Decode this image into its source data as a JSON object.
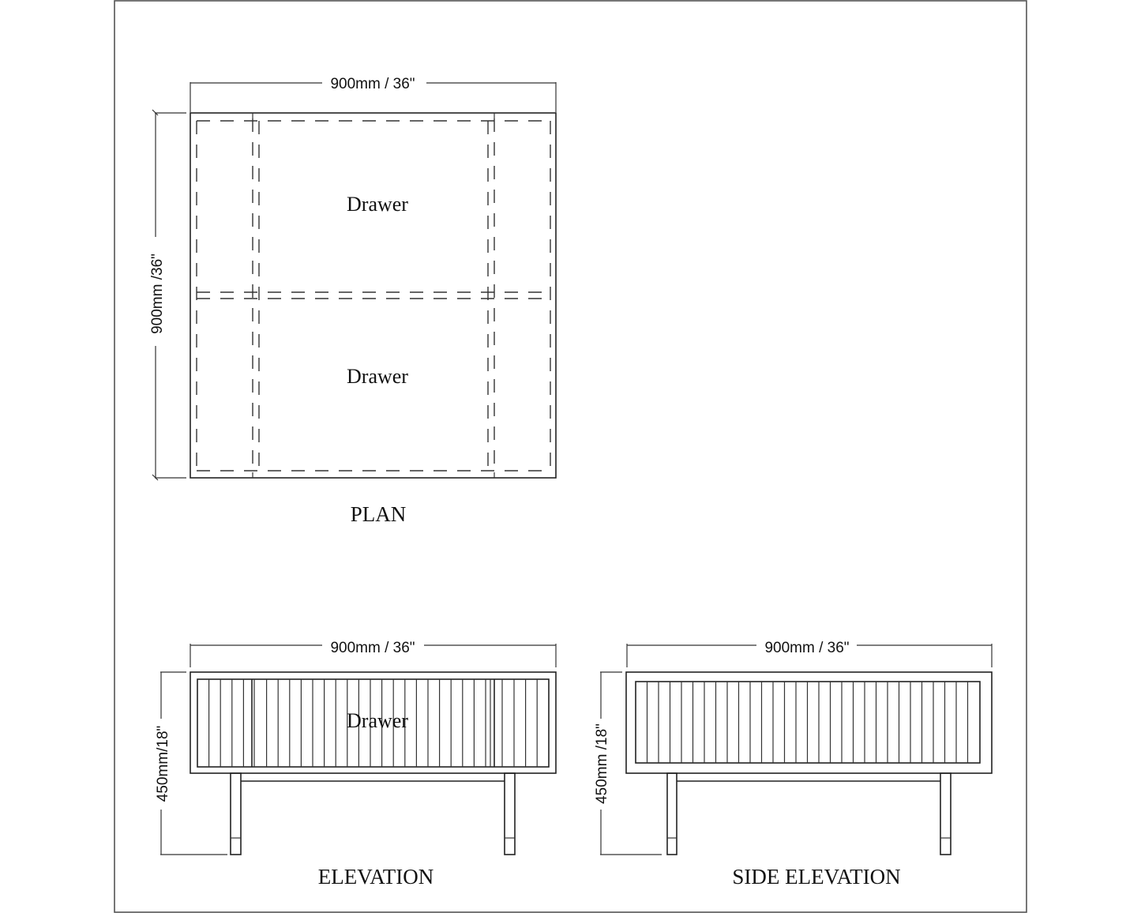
{
  "drawing": {
    "views": {
      "plan": {
        "title": "PLAN",
        "width_label": "900mm / 36\"",
        "depth_label": "900mm /36\"",
        "compartments": [
          {
            "label": "Drawer"
          },
          {
            "label": "Drawer"
          }
        ]
      },
      "elevation": {
        "title": "ELEVATION",
        "width_label": "900mm / 36\"",
        "height_label": "450mm/18\"",
        "front_label": "Drawer",
        "slat_count": 30
      },
      "side_elevation": {
        "title": "SIDE ELEVATION",
        "width_label": "900mm / 36\"",
        "height_label": "450mm /18\"",
        "slat_count": 30
      }
    },
    "colors": {
      "line": "#222222",
      "background": "#ffffff",
      "frame": "#555555"
    }
  }
}
